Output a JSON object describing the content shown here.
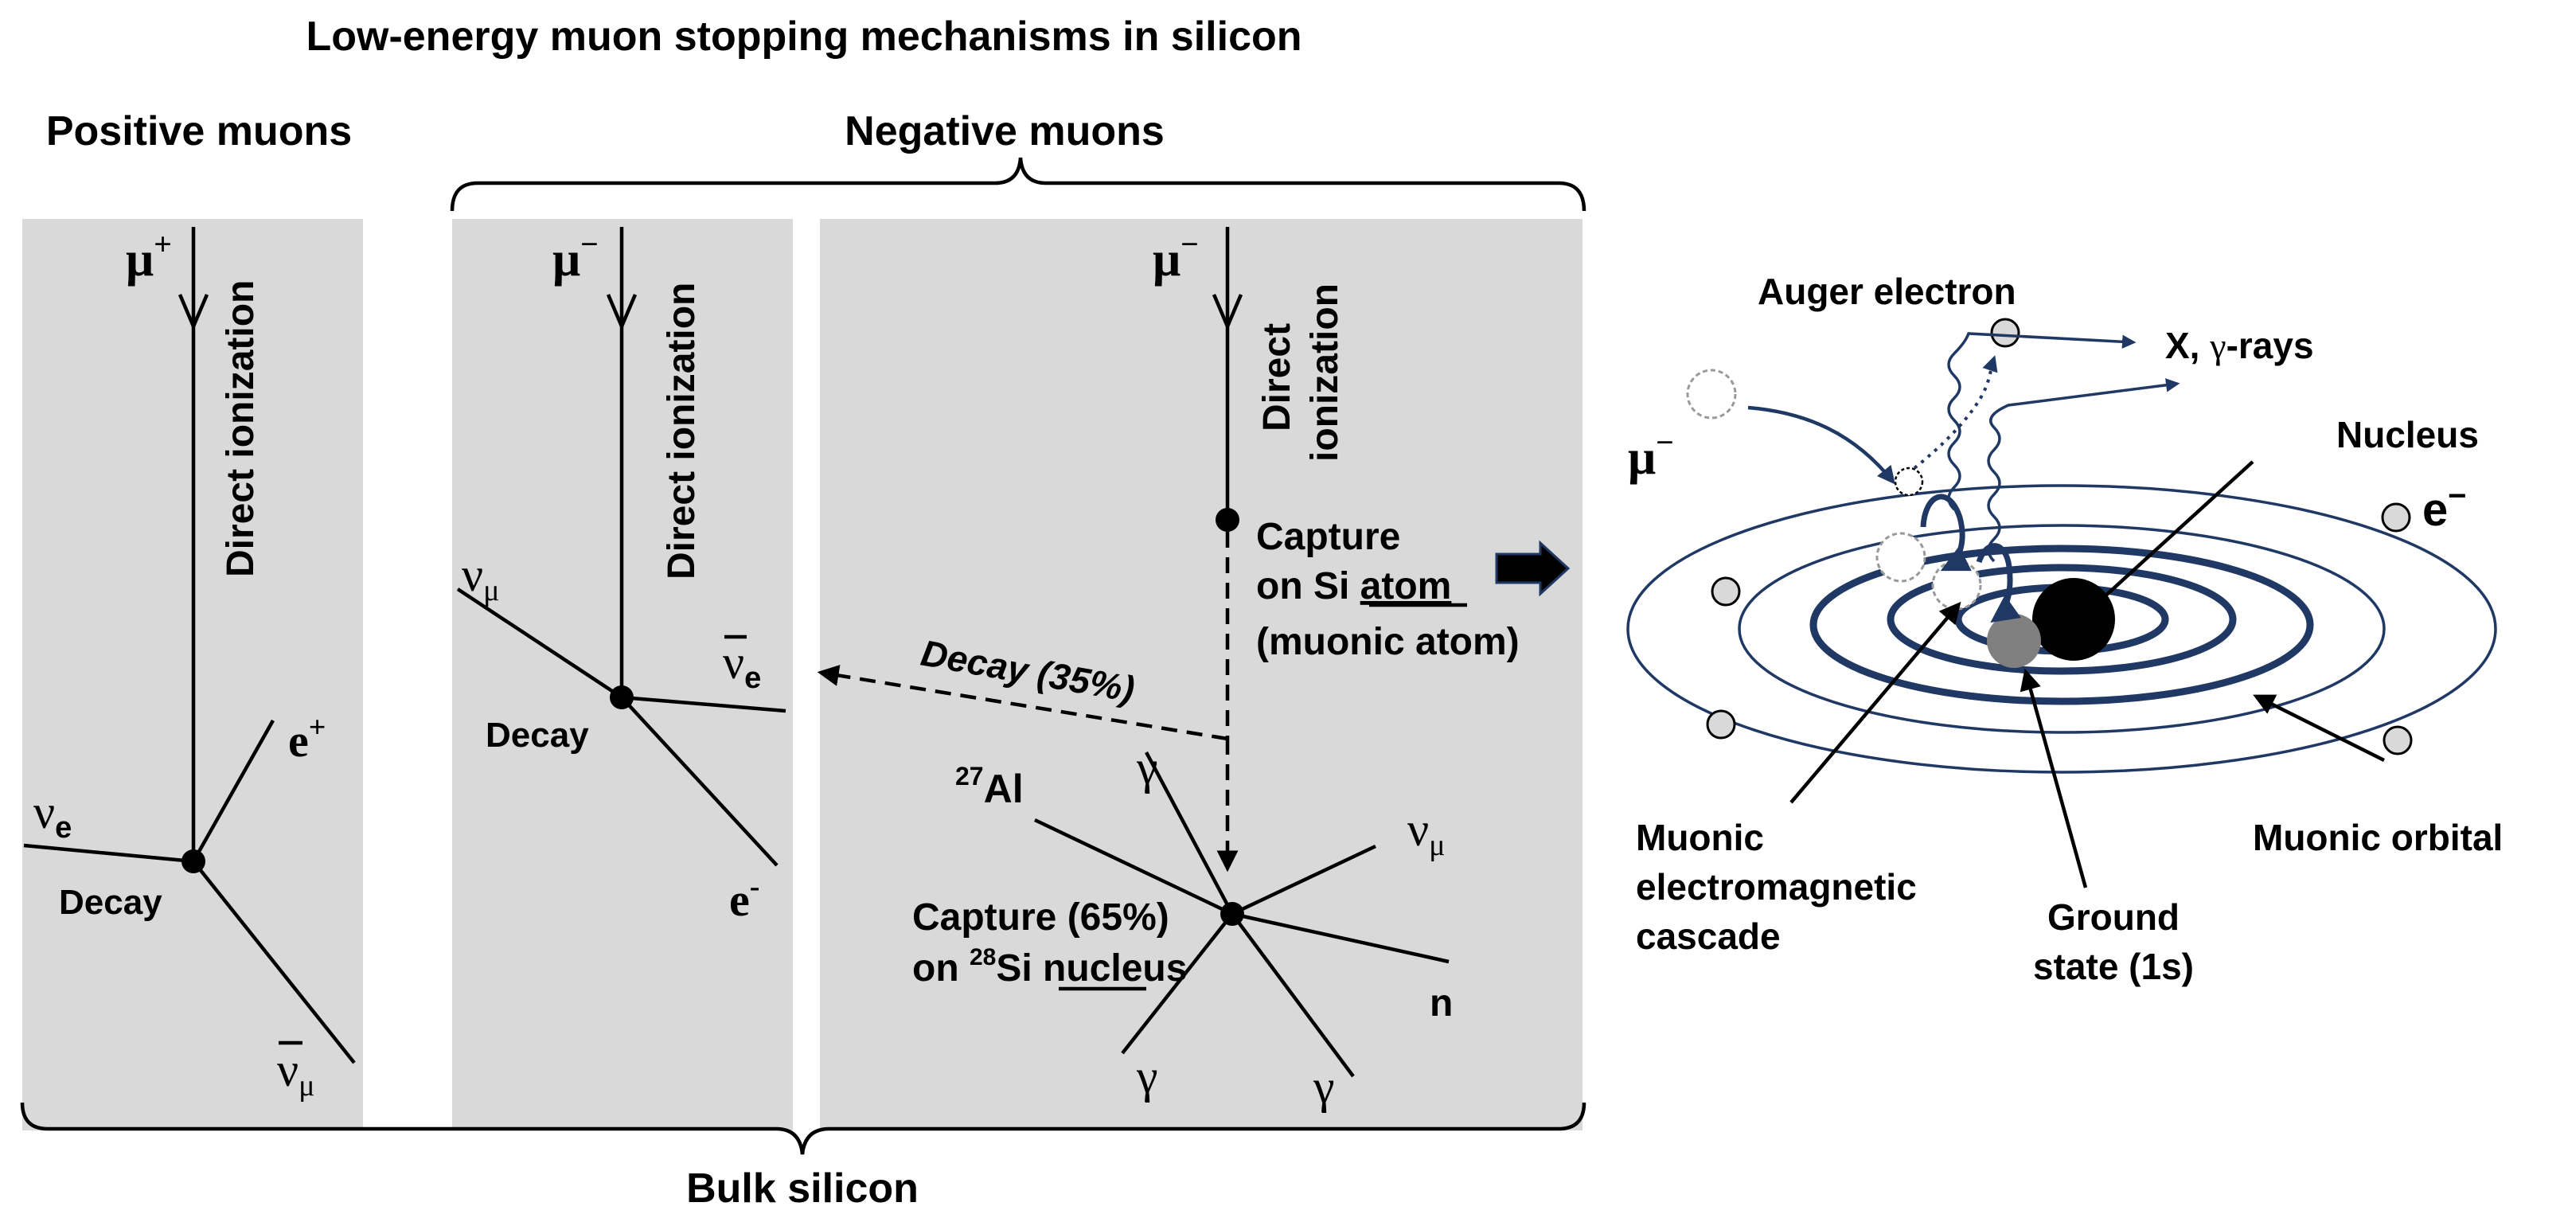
{
  "title": "Low-energy muon stopping mechanisms in silicon",
  "group_labels": {
    "positive": "Positive muons",
    "negative": "Negative muons",
    "bulk": "Bulk silicon"
  },
  "panel1": {
    "muon": "μ",
    "muon_charge": "+",
    "path": "Direct ionization",
    "decay": "Decay",
    "positron": "e",
    "positron_charge": "+",
    "nu_e": "ν",
    "nu_e_sub": "e",
    "nubar_mu": "ν",
    "nubar_mu_sub": "μ"
  },
  "panel2": {
    "muon": "μ",
    "muon_charge": "−",
    "path": "Direct ionization",
    "decay": "Decay",
    "electron": "e",
    "electron_charge": "-",
    "nu_mu": "ν",
    "nu_mu_sub": "μ",
    "nubar_e": "ν",
    "nubar_e_sub": "e"
  },
  "panel3": {
    "muon": "μ",
    "muon_charge": "−",
    "path_line1": "Direct",
    "path_line2": "ionization",
    "capture_atom_line1": "Capture",
    "capture_atom_line2_a": "on Si ",
    "capture_atom_line2_b": "atom",
    "capture_atom_line3": "(muonic atom)",
    "decay": "Decay (35%)",
    "al_mass": "27",
    "al": "Al",
    "gamma": "γ",
    "nu_mu": "ν",
    "nu_mu_sub": "μ",
    "neutron": "n",
    "capture_nucleus_line1": "Capture (65%)",
    "capture_nucleus_line2_a": "on ",
    "capture_nucleus_line2_mass": "28",
    "capture_nucleus_line2_b": "Si ",
    "capture_nucleus_line2_c": "nucleus"
  },
  "atom": {
    "muon": "μ",
    "muon_charge": "−",
    "auger": "Auger electron",
    "rays_a": "X, ",
    "rays_gamma": "γ",
    "rays_b": "-rays",
    "nucleus": "Nucleus",
    "electron": "e",
    "electron_charge": "−",
    "muonic_orbital": "Muonic orbital",
    "cascade_line1": "Muonic",
    "cascade_line2": "electromagnetic",
    "cascade_line3": "cascade",
    "ground_line1": "Ground",
    "ground_line2": "state (1s)"
  },
  "colors": {
    "panel": "#d9d9d9",
    "orbital": "#1f3864",
    "electron": "#d9d9d9",
    "ground_muon": "#808080",
    "nucleus": "#000000"
  }
}
